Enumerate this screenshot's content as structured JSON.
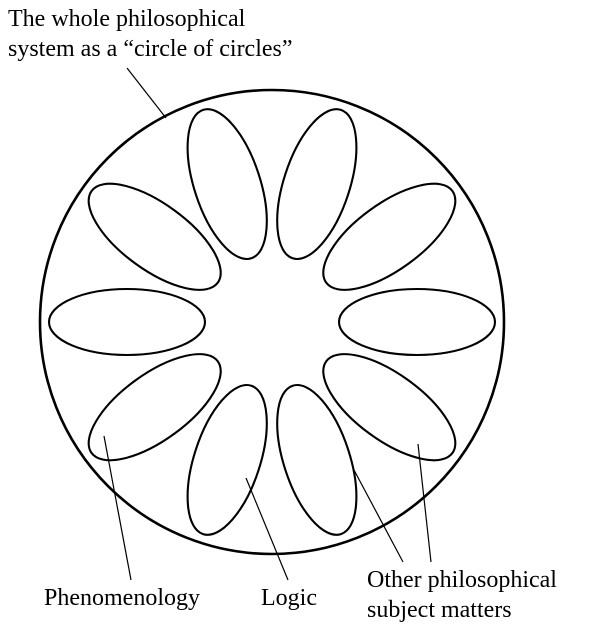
{
  "diagram": {
    "petal_count": 10,
    "stroke_color": "#000000",
    "background_color": "#ffffff"
  },
  "labels": {
    "title": "The whole philosophical\nsystem as a “circle of circles”",
    "phenomenology": "Phenomenology",
    "logic": "Logic",
    "other": "Other philosophical\nsubject matters"
  }
}
